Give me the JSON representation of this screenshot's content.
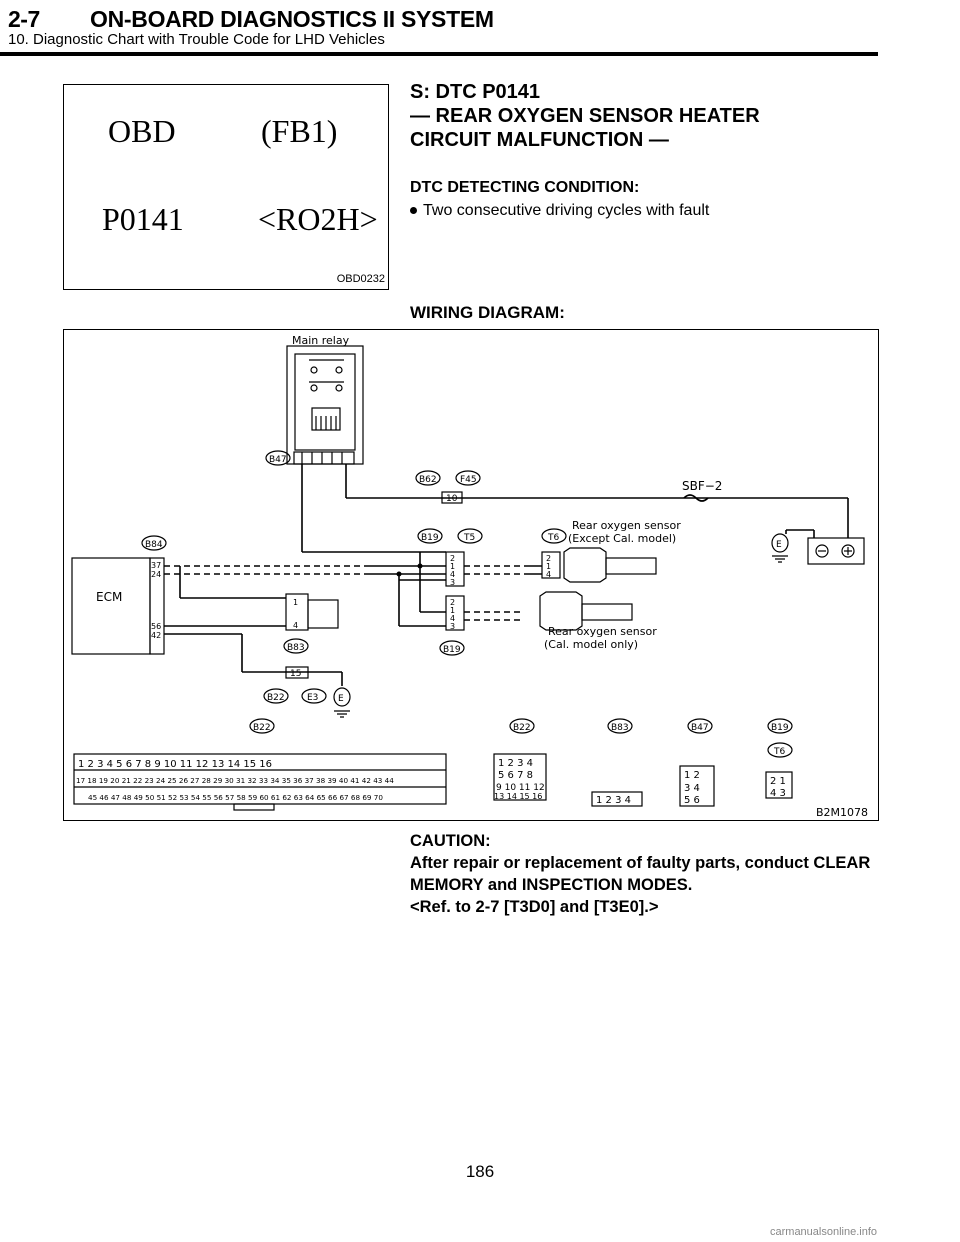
{
  "header": {
    "section": "2-7",
    "title": "ON-BOARD DIAGNOSTICS II SYSTEM",
    "subtitle": "10. Diagnostic Chart with Trouble Code for LHD Vehicles"
  },
  "obd_display": {
    "line1_left": "OBD",
    "line1_right": "(FB1)",
    "line2_left": "P0141",
    "line2_right": "<RO2H>",
    "figure_code": "OBD0232"
  },
  "section": {
    "title_line1": "S: DTC P0141",
    "title_line2": "— REAR OXYGEN SENSOR HEATER",
    "title_line3": "CIRCUIT MALFUNCTION —",
    "condition_heading": "DTC DETECTING CONDITION:",
    "condition_item": "Two consecutive driving cycles with fault"
  },
  "wiring": {
    "heading": "WIRING DIAGRAM:",
    "figure_code": "B2M1078",
    "labels": {
      "main_relay": "Main relay",
      "b47": "B47",
      "b62": "B62",
      "f45": "F45",
      "pin10": "10",
      "sbf": "SBF−2",
      "b19": "B19",
      "t5": "T5",
      "t6": "T6",
      "rear_sensor_except": "Rear oxygen sensor",
      "except_cal": "(Except Cal. model)",
      "rear_sensor_cal": "Rear oxygen sensor",
      "cal_only": "(Cal. model only)",
      "b84": "B84",
      "ecm": "ECM",
      "b83": "B83",
      "pin15": "15",
      "b22": "B22",
      "e3": "E3",
      "e": "E"
    },
    "connector_titles": [
      "B22",
      "B22",
      "B83",
      "B47",
      "B19",
      "T6"
    ]
  },
  "caution": {
    "heading": "CAUTION:",
    "text": "After repair or replacement of faulty parts, conduct CLEAR MEMORY and INSPECTION MODES.",
    "ref": "<Ref. to 2-7 [T3D0] and [T3E0].>"
  },
  "page_number": "186",
  "watermark": "carmanualsonline.info"
}
